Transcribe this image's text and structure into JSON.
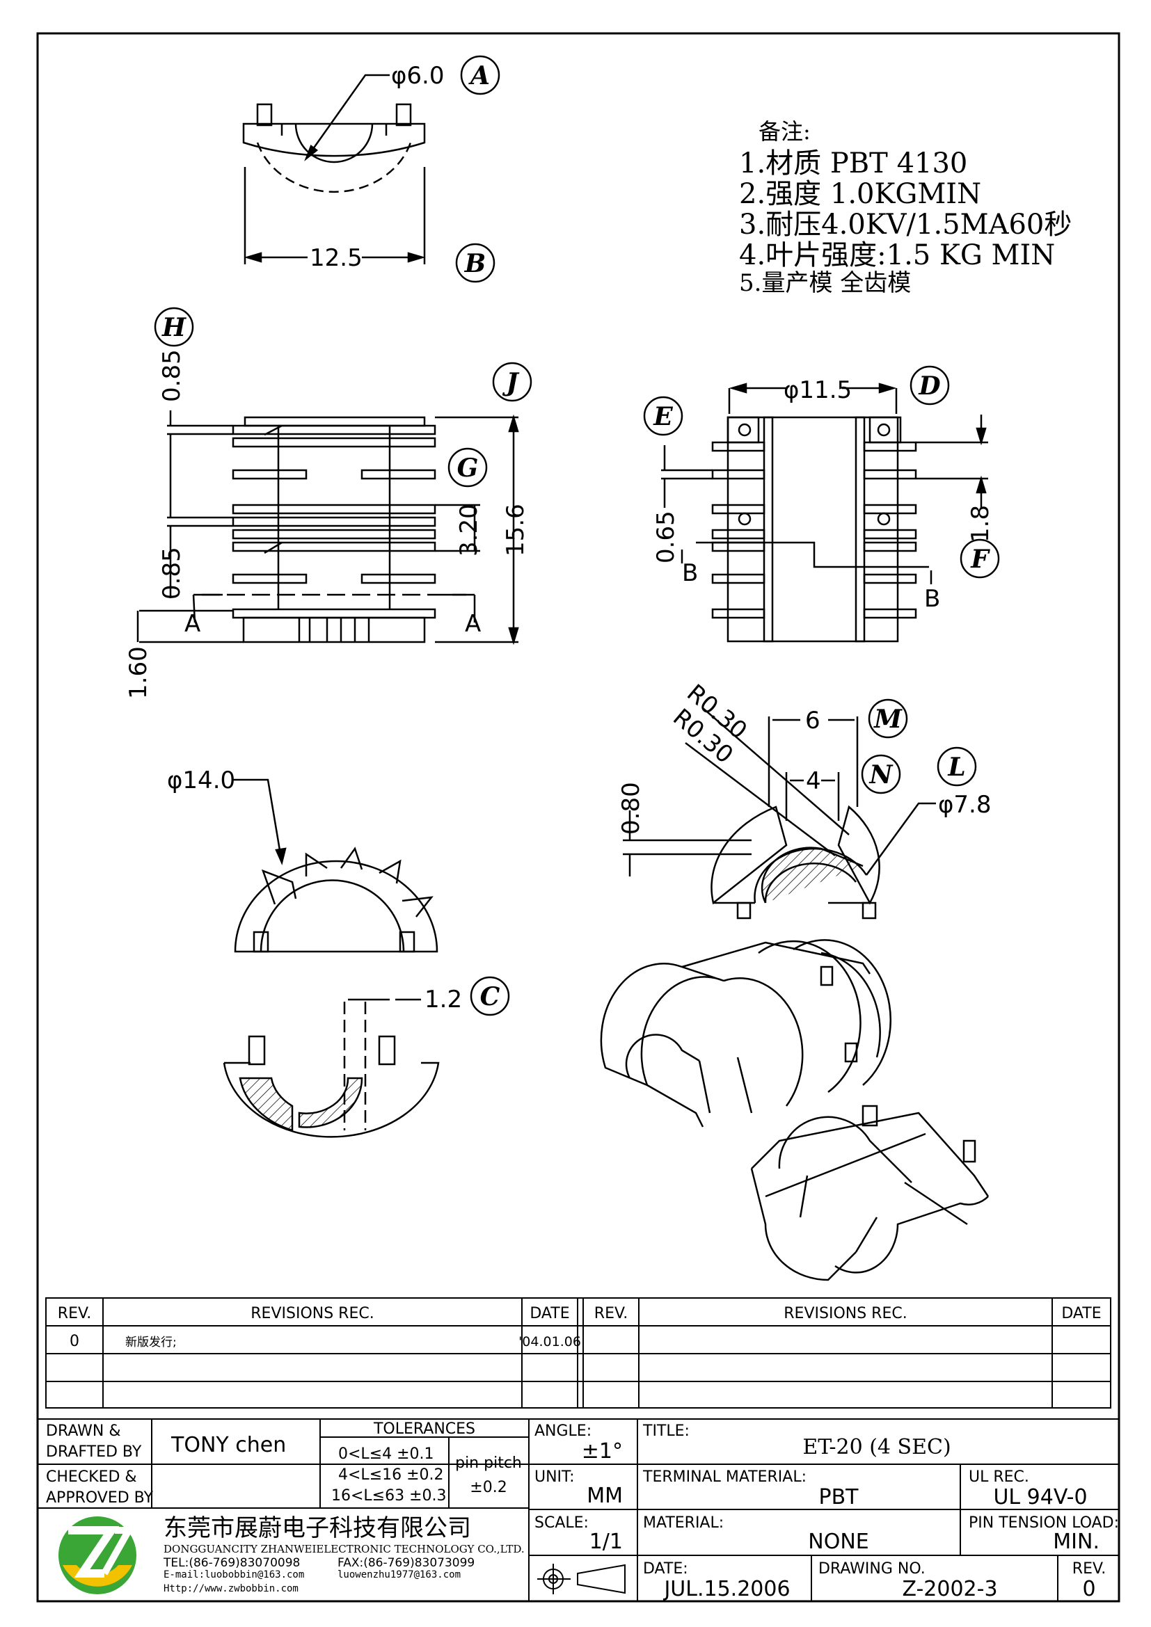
{
  "drawing": {
    "notes_title": "备注:",
    "notes": [
      "1.材质 PBT 4130",
      "2.强度 1.0KGMIN",
      "3.耐压4.0KV/1.5MA60秒",
      "4.叶片强度:1.5 KG MIN",
      "5.量产模 全齿模"
    ],
    "dims": {
      "d6": "φ6.0",
      "w125": "12.5",
      "h085a": "0.85",
      "h085b": "0.85",
      "h320": "3.20",
      "h156": "15.6",
      "h160": "1.60",
      "d115": "φ11.5",
      "h065": "0.65",
      "h18": "1.8",
      "d14": "φ14.0",
      "w12": "1.2",
      "r030a": "R0.30",
      "r030b": "R0.30",
      "w6": "6",
      "w4": "4",
      "h080": "0.80",
      "d78": "φ7.8"
    },
    "section_marks": {
      "a": "A",
      "b": "B"
    },
    "callouts": {
      "a": "A",
      "b": "B",
      "c": "C",
      "d": "D",
      "e": "E",
      "f": "F",
      "g": "G",
      "h": "H",
      "j": "J",
      "l": "L",
      "m": "M",
      "n": "N"
    }
  },
  "revisions": {
    "headers": {
      "rev": "REV.",
      "rec": "REVISIONS  REC.",
      "date": "DATE"
    },
    "left_rows": [
      {
        "rev": "0",
        "rec": "新版发行;",
        "date": "'04.01.06"
      }
    ]
  },
  "title_block": {
    "drawn_label": "DRAWN &\nDRAFTED BY",
    "drawn_by": "TONY chen",
    "checked_label": "CHECKED &\nAPPROVED BY",
    "tolerances_label": "TOLERANCES",
    "tol": [
      "0<L≤4   ±0.1",
      "4<L≤16  ±0.2",
      "16<L≤63  ±0.3"
    ],
    "pin_pitch_label": "pin pitch",
    "pin_pitch_value": "±0.2",
    "angle_label": "ANGLE:",
    "angle_value": "±1°",
    "unit_label": "UNIT:",
    "unit_value": "MM",
    "scale_label": "SCALE:",
    "scale_value": "1/1",
    "title_label": "TITLE:",
    "title_value": "ET-20 (4 SEC)",
    "terminal_label": "TERMINAL MATERIAL:",
    "terminal_value": "PBT",
    "ul_label": "UL REC.",
    "ul_value": "UL 94V-0",
    "material_label": "MATERIAL:",
    "material_value": "NONE",
    "pin_tension_label": "PIN TENSION LOAD:",
    "pin_tension_value": "MIN.",
    "date_label": "DATE:",
    "date_value": "JUL.15.2006",
    "dwg_label": "DRAWING NO.",
    "dwg_value": "Z-2002-3",
    "rev_label": "REV.",
    "rev_value": "0",
    "company_cn": "东莞市展蔚电子科技有限公司",
    "company_en": "DONGGUANCITY ZHANWEIELECTRONIC TECHNOLOGY CO.,LTD.",
    "tel": "TEL:(86-769)83070098",
    "fax": "FAX:(86-769)83073099",
    "email": "E-mail:luobobbin@163.com",
    "email2": "luowenzhu1977@163.com",
    "web": "Http://www.zwbobbin.com"
  },
  "colors": {
    "logo_green": "#3aa635",
    "logo_yellow": "#f2c200"
  }
}
